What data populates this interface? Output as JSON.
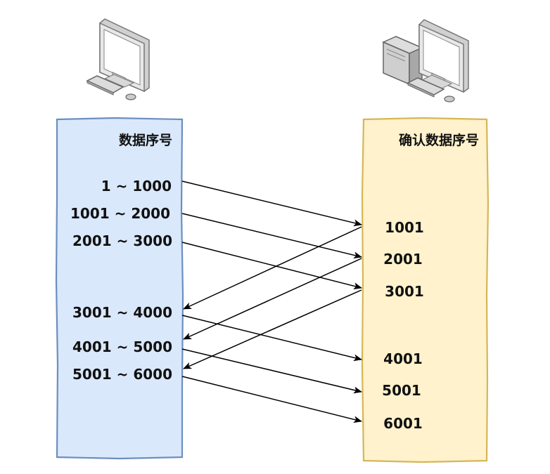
{
  "sender": {
    "header": "数据序号",
    "rows": [
      "1 ~ 1000",
      "1001 ~ 2000",
      "2001 ~ 3000",
      "3001 ~ 4000",
      "4001 ~ 5000",
      "5001 ~ 6000"
    ]
  },
  "receiver": {
    "header": "确认数据序号",
    "rows": [
      "1001",
      "2001",
      "3001",
      "4001",
      "5001",
      "6001"
    ]
  },
  "icons": {
    "left": "desktop-computer-icon",
    "right": "desktop-computer-tower-icon"
  },
  "colors": {
    "sender_fill": "#dae8fc",
    "sender_stroke": "#6c8ebf",
    "receiver_fill": "#fff2cc",
    "receiver_stroke": "#d6b656",
    "arrow": "#000000"
  }
}
